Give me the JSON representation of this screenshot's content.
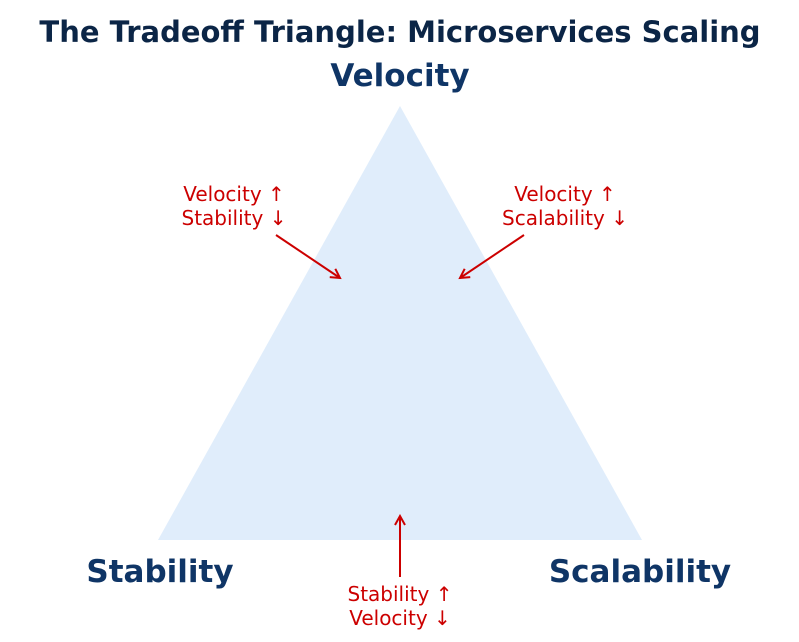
{
  "title": "The Tradeoff Triangle: Microservices Scaling",
  "vertices": {
    "top": "Velocity",
    "left": "Stability",
    "right": "Scalability"
  },
  "annotations": {
    "left_edge": [
      "Velocity ↑",
      "Stability ↓"
    ],
    "right_edge": [
      "Velocity ↑",
      "Scalability ↓"
    ],
    "bottom_edge": [
      "Stability ↑",
      "Velocity ↓"
    ]
  },
  "colors": {
    "triangle_fill": "#e0edfb",
    "annotation": "#cc0000",
    "vertex_label": "#0f3566",
    "title": "#0b2546"
  }
}
